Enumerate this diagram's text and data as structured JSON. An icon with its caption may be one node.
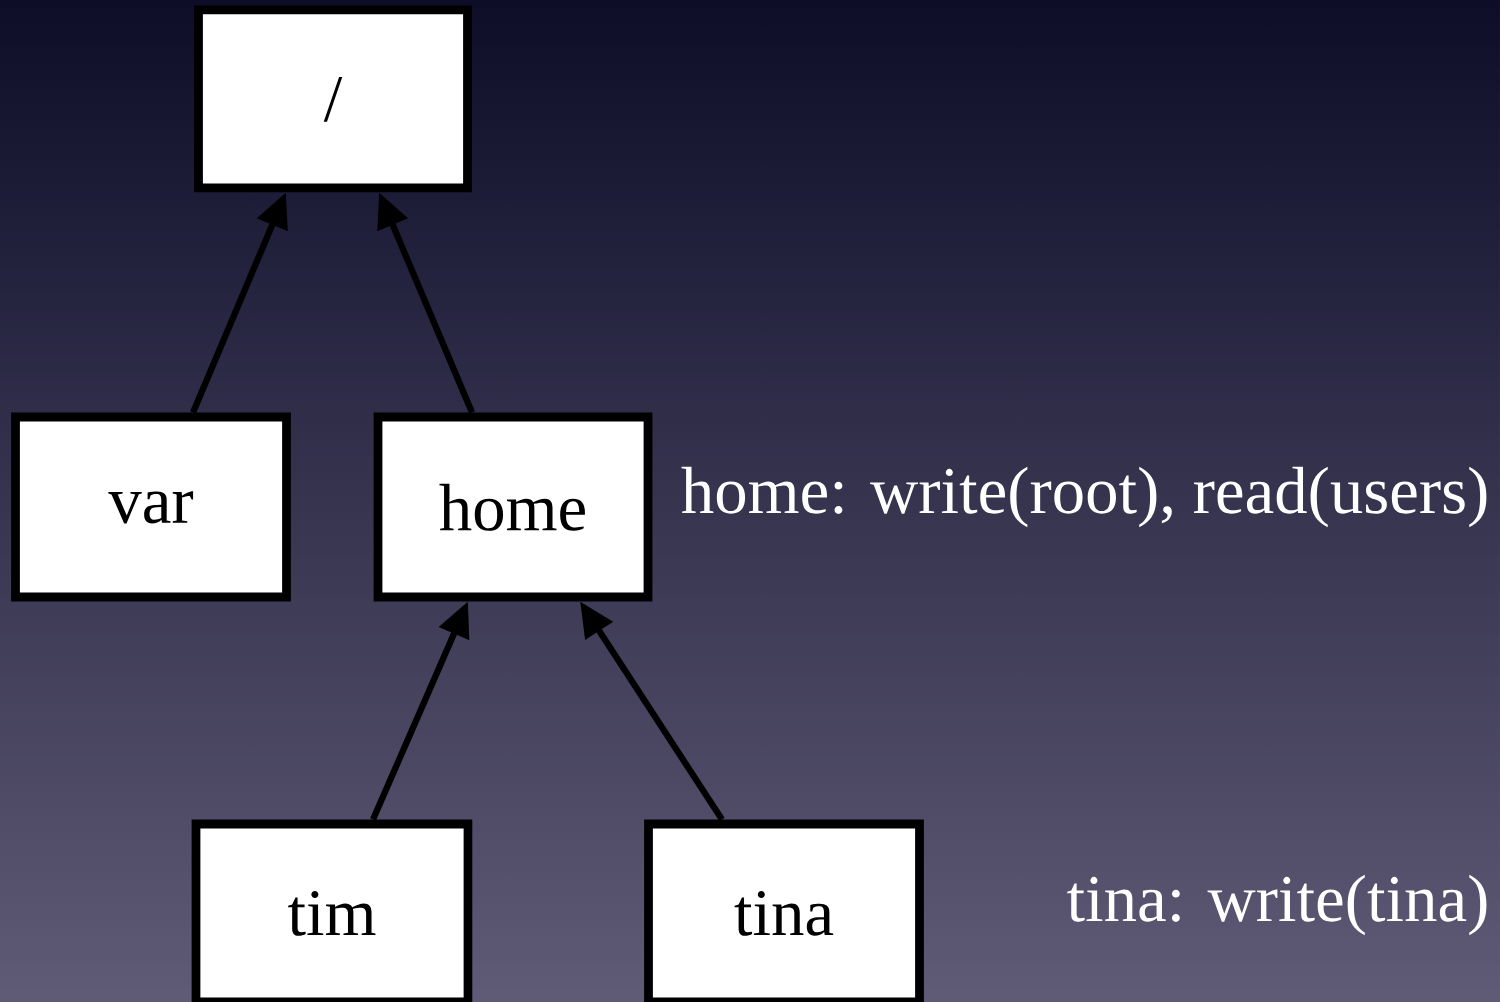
{
  "diagram": {
    "nodes": [
      {
        "text": [
          "/"
        ]
      },
      {
        "text": [
          "var"
        ]
      },
      {
        "text": [
          "home"
        ]
      },
      {
        "text": [
          "tim"
        ]
      },
      {
        "text": [
          "tina"
        ]
      }
    ],
    "edges": [
      {
        "from": 1,
        "to": 0,
        "arrow": "to"
      },
      {
        "from": 2,
        "to": 0,
        "arrow": "to"
      },
      {
        "from": 3,
        "to": 2,
        "arrow": "to"
      },
      {
        "from": 4,
        "to": 2,
        "arrow": "to"
      }
    ],
    "labels": [
      "home: write(root), read(users)",
      "tina: write(tina)"
    ]
  }
}
